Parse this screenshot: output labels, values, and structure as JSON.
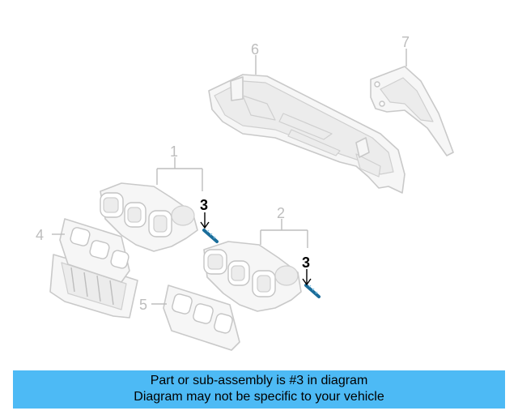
{
  "diagram": {
    "callouts": {
      "part1": "1",
      "part2": "2",
      "part3a": "3",
      "part3b": "3",
      "part4": "4",
      "part5": "5",
      "part6": "6",
      "part7": "7"
    },
    "highlight_part": "3",
    "colors": {
      "highlight_callout": "#000000",
      "bolt": "#1b6d9a",
      "banner": "#4dbaf5",
      "part_outline": "#c9c9c9"
    }
  },
  "banner": {
    "line1": "Part or sub-assembly is #3 in diagram",
    "line2": "Diagram may not be specific to your vehicle"
  }
}
